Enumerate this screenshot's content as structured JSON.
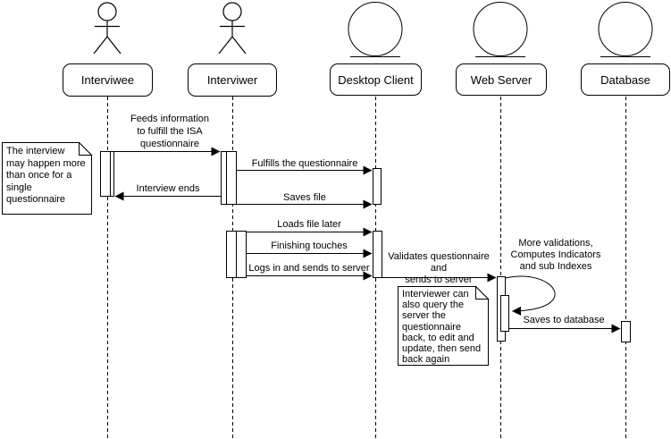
{
  "diagram": {
    "kind": "UML sequence diagram"
  },
  "colors": {
    "stroke": "#000000",
    "fill": "#ffffff",
    "background": "#ffffff"
  },
  "actors": [
    {
      "label": "Interviwee",
      "symbol": "stick-figure"
    },
    {
      "label": "Interviwer",
      "symbol": "stick-figure"
    },
    {
      "label": "Desktop Client",
      "symbol": "entity-circle"
    },
    {
      "label": "Web Server",
      "symbol": "entity-circle"
    },
    {
      "label": "Database",
      "symbol": "entity-circle"
    }
  ],
  "messages": [
    {
      "label": "Feeds information\nto fulfill the ISA\nquestionnaire",
      "from": "Interviwee",
      "to": "Interviwer"
    },
    {
      "label": "Fulfills the questionnaire",
      "from": "Interviwer",
      "to": "Desktop Client"
    },
    {
      "label": "Interview ends",
      "from": "Interviwer",
      "to": "Interviwee"
    },
    {
      "label": "Saves file",
      "from": "Interviwer",
      "to": "Desktop Client"
    },
    {
      "label": "Loads file later",
      "from": "Interviwer",
      "to": "Desktop Client"
    },
    {
      "label": "Finishing touches",
      "from": "Interviwer",
      "to": "Desktop Client"
    },
    {
      "label": "Logs in and sends to server",
      "from": "Interviwer",
      "to": "Desktop Client"
    },
    {
      "label": "Validates questionnaire and\nsends to server",
      "from": "Desktop Client",
      "to": "Web Server"
    },
    {
      "label": "More validations,\nComputes Indicators\nand sub Indexes",
      "from": "Web Server",
      "to": "Web Server"
    },
    {
      "label": "Saves to database",
      "from": "Web Server",
      "to": "Database"
    }
  ],
  "notes": [
    {
      "text": "The interview\nmay happen more\nthan once for a\nsingle questionnaire"
    },
    {
      "text": "Interviewer can\nalso query the\nserver the\nquestionnaire\nback, to edit and\nupdate, then send\nback again"
    }
  ]
}
